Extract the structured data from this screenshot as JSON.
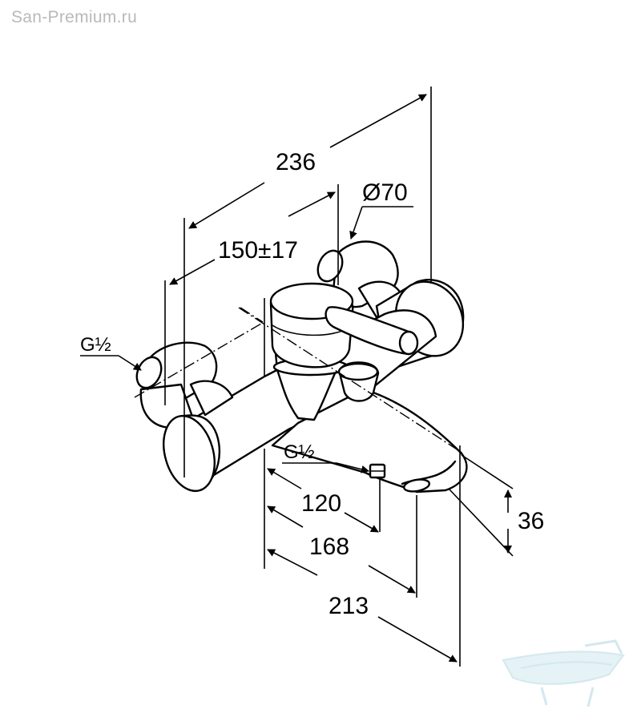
{
  "watermark": "San-Premium.ru",
  "dimensions": {
    "overall_width": "236",
    "inlet_spacing": "150±17",
    "handle_diameter": "Ø70",
    "inlet_thread": "G½",
    "outlet_thread": "G½",
    "outlet_projection": "120",
    "diverter_projection": "168",
    "spout_projection": "213",
    "spout_height": "36"
  },
  "colors": {
    "line": "#000000",
    "watermark_text": "#b9b9b9",
    "logo": "#cfe6ee"
  },
  "icons": [
    "bathtub-logo-icon"
  ]
}
